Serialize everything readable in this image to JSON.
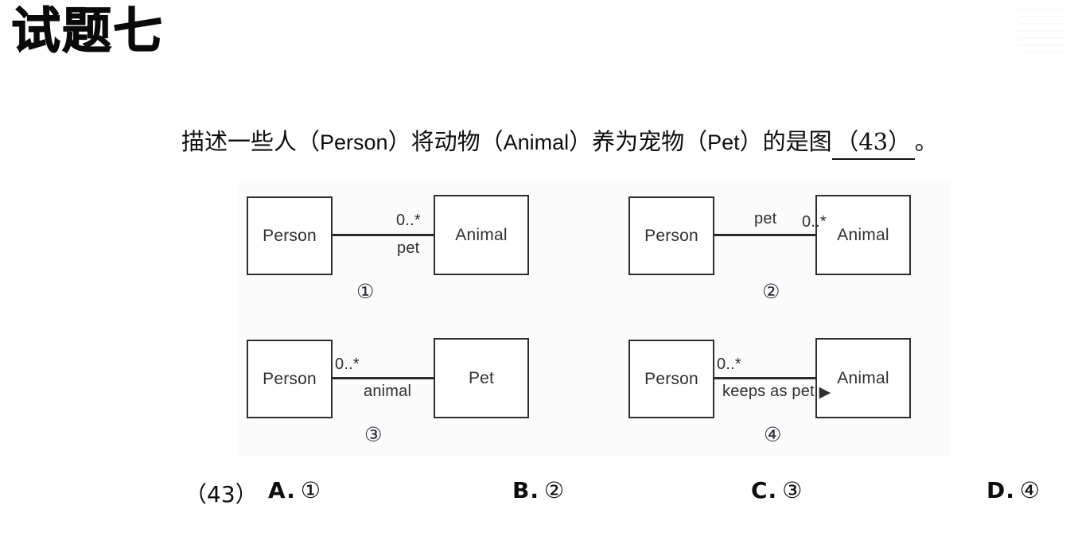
{
  "title": "试题七",
  "watermark": {
    "name": "document-watermark"
  },
  "question": {
    "number": "（43）",
    "prefix": "描述一些人（",
    "term1": "Person",
    "mid1": "）将动物（",
    "term2": "Animal",
    "mid2": "）养为宠物（",
    "term3": "Pet",
    "suffix": "）的是图",
    "blank": "（43）",
    "period": "。",
    "full_text": "描述一些人（Person）将动物（Animal）养为宠物（Pet）的是图__（43）__。"
  },
  "diagrams": [
    {
      "id": "1",
      "marker": "①",
      "left_class": "Person",
      "right_class": "Animal",
      "multiplicity": "0..*",
      "role": "pet",
      "multiplicity_position": "right-above",
      "role_position": "right-below",
      "has_arrow": false
    },
    {
      "id": "2",
      "marker": "②",
      "left_class": "Person",
      "right_class": "Animal",
      "multiplicity": "0..*",
      "role": "pet",
      "multiplicity_position": "right-above",
      "role_position": "center-above",
      "has_arrow": false
    },
    {
      "id": "3",
      "marker": "③",
      "left_class": "Person",
      "right_class": "Pet",
      "multiplicity": "0..*",
      "role": "animal",
      "multiplicity_position": "left-above",
      "role_position": "right-below",
      "has_arrow": false
    },
    {
      "id": "4",
      "marker": "④",
      "left_class": "Person",
      "right_class": "Animal",
      "multiplicity": "0..*",
      "role": "keeps as pet",
      "multiplicity_position": "left-above",
      "role_position": "center-below",
      "has_arrow": true,
      "arrow_glyph": "▶"
    }
  ],
  "options": {
    "question_number": "（43）",
    "items": [
      {
        "key": "A.",
        "value": "①"
      },
      {
        "key": "B.",
        "value": "②"
      },
      {
        "key": "C.",
        "value": "③"
      },
      {
        "key": "D.",
        "value": "④"
      }
    ]
  },
  "colors": {
    "page_background": "#ffffff",
    "panel_background": "#fbfbfb",
    "box_border": "#2e2e2e",
    "text": "#111111",
    "diagram_text": "#303030",
    "marker_text": "#2a2a3a"
  }
}
